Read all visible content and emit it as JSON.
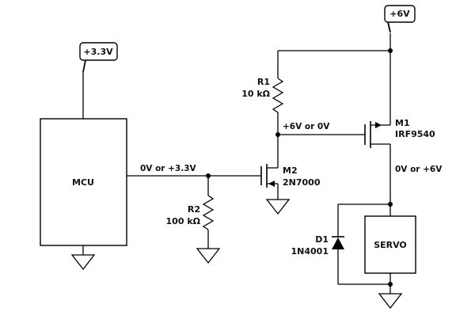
{
  "flags": {
    "v33": "+3.3V",
    "v6": "+6V"
  },
  "components": {
    "mcu": {
      "label": "MCU"
    },
    "servo": {
      "label": "SERVO"
    },
    "r1": {
      "ref": "R1",
      "value": "10 kΩ"
    },
    "r2": {
      "ref": "R2",
      "value": "100 kΩ"
    },
    "m1": {
      "ref": "M1",
      "part": "IRF9540"
    },
    "m2": {
      "ref": "M2",
      "part": "2N7000"
    },
    "d1": {
      "ref": "D1",
      "part": "1N4001"
    }
  },
  "nets": {
    "mcu_out": "0V or +3.3V",
    "m2_drain": "+6V or 0V",
    "servo_supply": "0V or +6V"
  },
  "colors": {
    "wire": "#000000",
    "background": "#ffffff"
  }
}
